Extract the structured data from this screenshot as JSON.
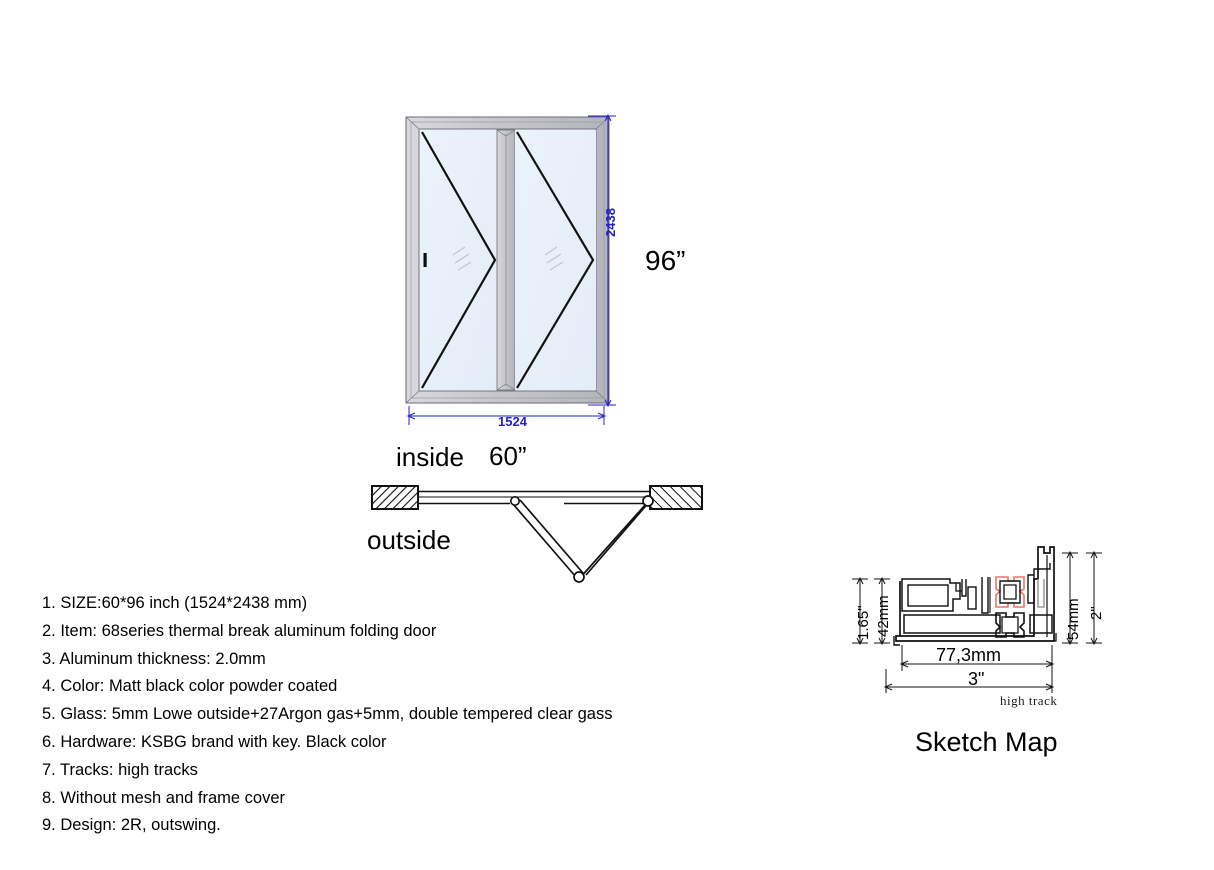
{
  "drawing": {
    "type": "aluminum folding door technical drawing",
    "elevation": {
      "view_labels": {
        "inside": "inside",
        "outside": "outside"
      },
      "dimensions": {
        "width_mm": "1524",
        "height_mm": "2438",
        "width_inch": "60”",
        "height_inch": "96”"
      },
      "panels": 2,
      "swing": "outswing",
      "colors": {
        "frame": "#c9c9ce",
        "frame_dark": "#a8a8b0",
        "glass": "#e9f1f9",
        "dimension_line": "#2222cc",
        "leaf_line": "#000000"
      }
    },
    "plan": {
      "label_top": "inside",
      "label_bottom": "outside",
      "description": "folding panel plan with wall blocks and hinge pivots"
    },
    "profile": {
      "title": "Sketch Map",
      "track_note": "high track",
      "dimensions": {
        "left_inch": "1.65\"",
        "left_mm": "42mm",
        "right_mm": "54mm",
        "right_inch": "2\"",
        "bottom_mm": "77,3mm",
        "bottom_inch": "3\""
      },
      "colors": {
        "outline": "#000000",
        "thermal_break": "#e8736a",
        "gasket": "#9a9a9a"
      }
    }
  },
  "specs": [
    "1. SIZE:60*96 inch (1524*2438 mm)",
    "2. Item: 68series thermal break aluminum folding door",
    "3. Aluminum thickness: 2.0mm",
    "4. Color: Matt black color powder coated",
    "5. Glass: 5mm Lowe outside+27Argon gas+5mm, double tempered clear gass",
    "6. Hardware: KSBG brand with key. Black color",
    "7. Tracks: high tracks",
    "8. Without mesh and frame cover",
    "9. Design: 2R, outswing."
  ]
}
